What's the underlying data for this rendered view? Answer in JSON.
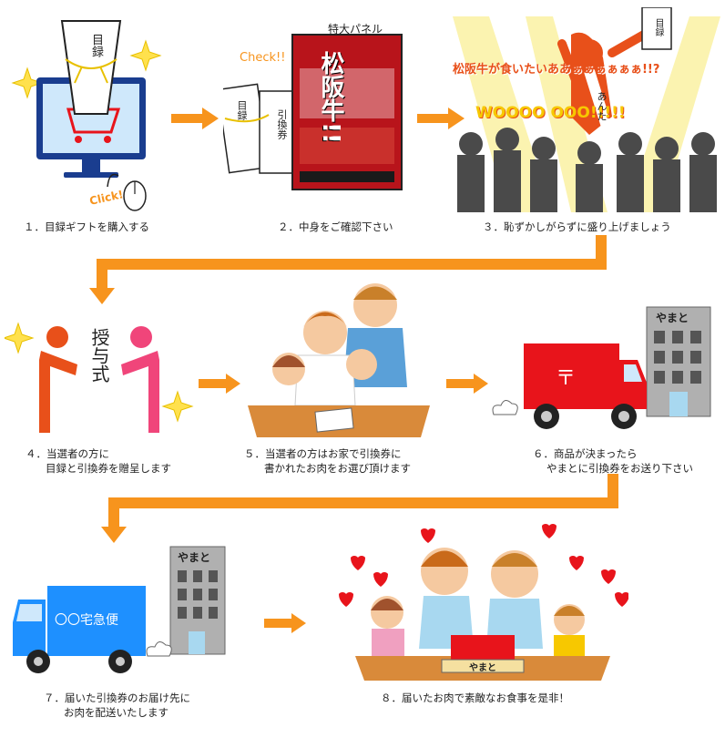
{
  "steps": [
    {
      "caption": "１．目録ギフトを購入する"
    },
    {
      "caption": "２．中身をご確認下さい"
    },
    {
      "caption": "３．恥ずかしがらずに盛り上げましょう"
    },
    {
      "caption_line1": "４．当選者の方に",
      "caption_line2": "目録と引換券を贈呈します"
    },
    {
      "caption_line1": "５．当選者の方はお家で引換券に",
      "caption_line2": "書かれたお肉をお選び頂けます"
    },
    {
      "caption_line1": "６．商品が決まったら",
      "caption_line2": "やまとに引換券をお送り下さい"
    },
    {
      "caption_line1": "７．届いた引換券のお届け先に",
      "caption_line2": "お肉を配送いたします"
    },
    {
      "caption": "８．届いたお肉で素敵なお食事を是非！"
    }
  ],
  "illustrations": {
    "mokuroku_label": "目録",
    "click_label": "Click!",
    "check_label": "Check!!",
    "hikikaeken_label": "引換券",
    "panel_title": "特大パネル",
    "panel_text": "松阪牛!!",
    "shout_text": "松阪牛が食いたいああぁぁぁぁぁぁ!!?",
    "wooo_text": "WOOOO OOO!!!!!",
    "sash_text": "あんた",
    "ceremony_text": "授与式",
    "yamato_label": "やまと",
    "postal_mark": "〒",
    "delivery_label": "〇〇宅急便",
    "box_label": "やまと"
  },
  "colors": {
    "arrow_orange": "#f7941d",
    "post_red": "#e8141b",
    "delivery_blue": "#1e90ff",
    "figure_orange": "#e8501a",
    "figure_pink": "#f0457a"
  }
}
